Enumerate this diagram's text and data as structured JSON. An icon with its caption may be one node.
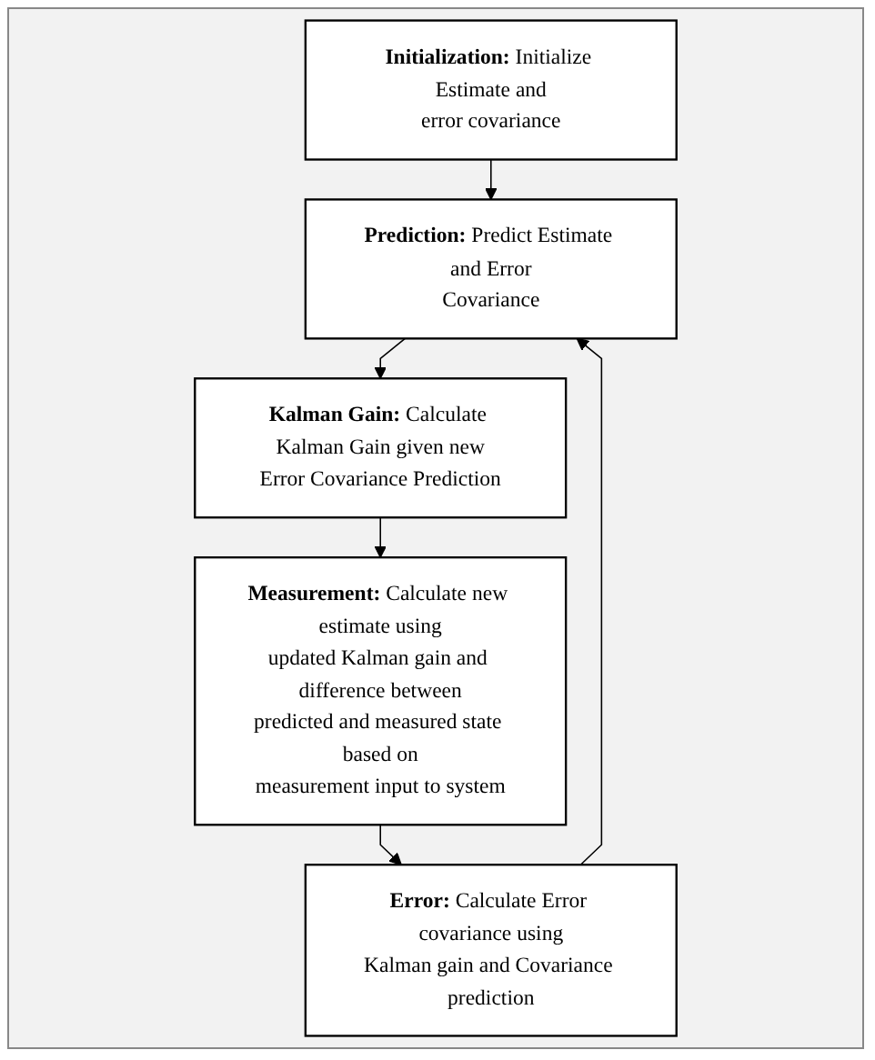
{
  "diagram": {
    "nodes": [
      {
        "text": [
          "Initialization:",
          "Initialize Estimate and error covariance"
        ]
      },
      {
        "text": [
          "Prediction:",
          "Predict Estimate and Error Covariance"
        ]
      },
      {
        "text": [
          "Kalman Gain:",
          "Calculate Kalman Gain given new Error Covariance Prediction"
        ]
      },
      {
        "text": [
          "Measurement:",
          "Calculate new estimate using updated Kalman gain and difference between predicted and measured state based on measurement input to system"
        ]
      },
      {
        "text": [
          "Error:",
          "Calculate Error covariance using Kalman gain and Covariance prediction"
        ]
      }
    ],
    "edges": [
      {
        "from": 0,
        "to": 1,
        "arrow": "to"
      },
      {
        "from": 1,
        "to": 2,
        "arrow": "to"
      },
      {
        "from": 2,
        "to": 3,
        "arrow": "to"
      },
      {
        "from": 3,
        "to": 4,
        "arrow": "to"
      },
      {
        "from": 4,
        "to": 1,
        "arrow": "to"
      }
    ]
  }
}
